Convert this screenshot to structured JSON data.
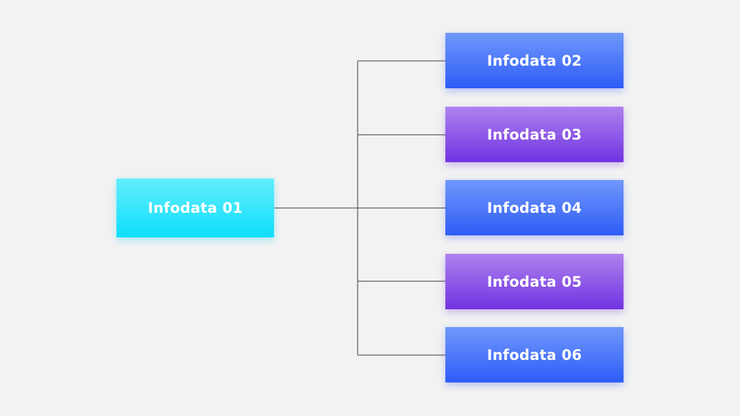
{
  "diagram": {
    "root": {
      "label": "Infodata 01"
    },
    "children": [
      {
        "label": "Infodata 02"
      },
      {
        "label": "Infodata 03"
      },
      {
        "label": "Infodata 04"
      },
      {
        "label": "Infodata 05"
      },
      {
        "label": "Infodata 06"
      }
    ]
  },
  "colors": {
    "background": "#f2f2f2",
    "root_top": "#62eefc",
    "root_bottom": "#0fdefb",
    "blue_top": "#7098fb",
    "blue_bottom": "#2e5cf7",
    "purple_top": "#ad82ee",
    "purple_bottom": "#7133e1",
    "connector": "#333333"
  }
}
